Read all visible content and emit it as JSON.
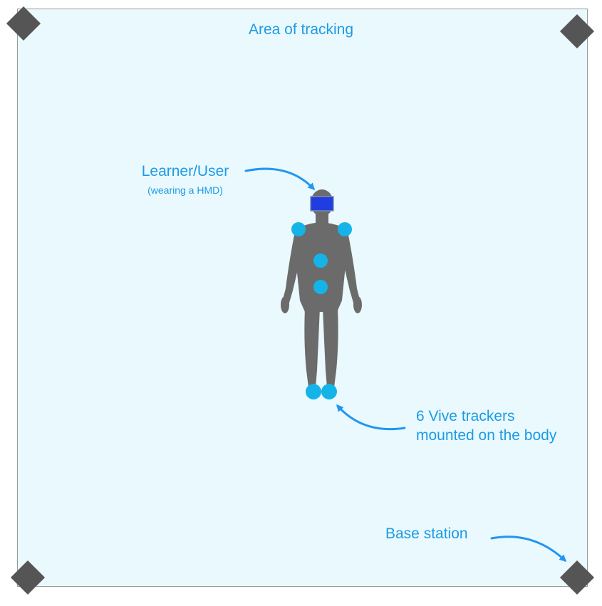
{
  "diagram": {
    "area_label": "Area of tracking",
    "learner_label": "Learner/User",
    "learner_sublabel": "(wearing a HMD)",
    "trackers_label_line1": "6 Vive trackers",
    "trackers_label_line2": "mounted on the body",
    "base_station_label": "Base station",
    "base_station_count": 4,
    "tracker_count": 6,
    "colors": {
      "area_fill": "#eaf9fd",
      "area_border": "#9a9a9a",
      "base_station": "#555555",
      "body": "#6b6b6b",
      "tracker": "#14b4e8",
      "hmd": "#1f3de0",
      "arrow": "#2196f3",
      "label": "#1c9be6"
    }
  }
}
